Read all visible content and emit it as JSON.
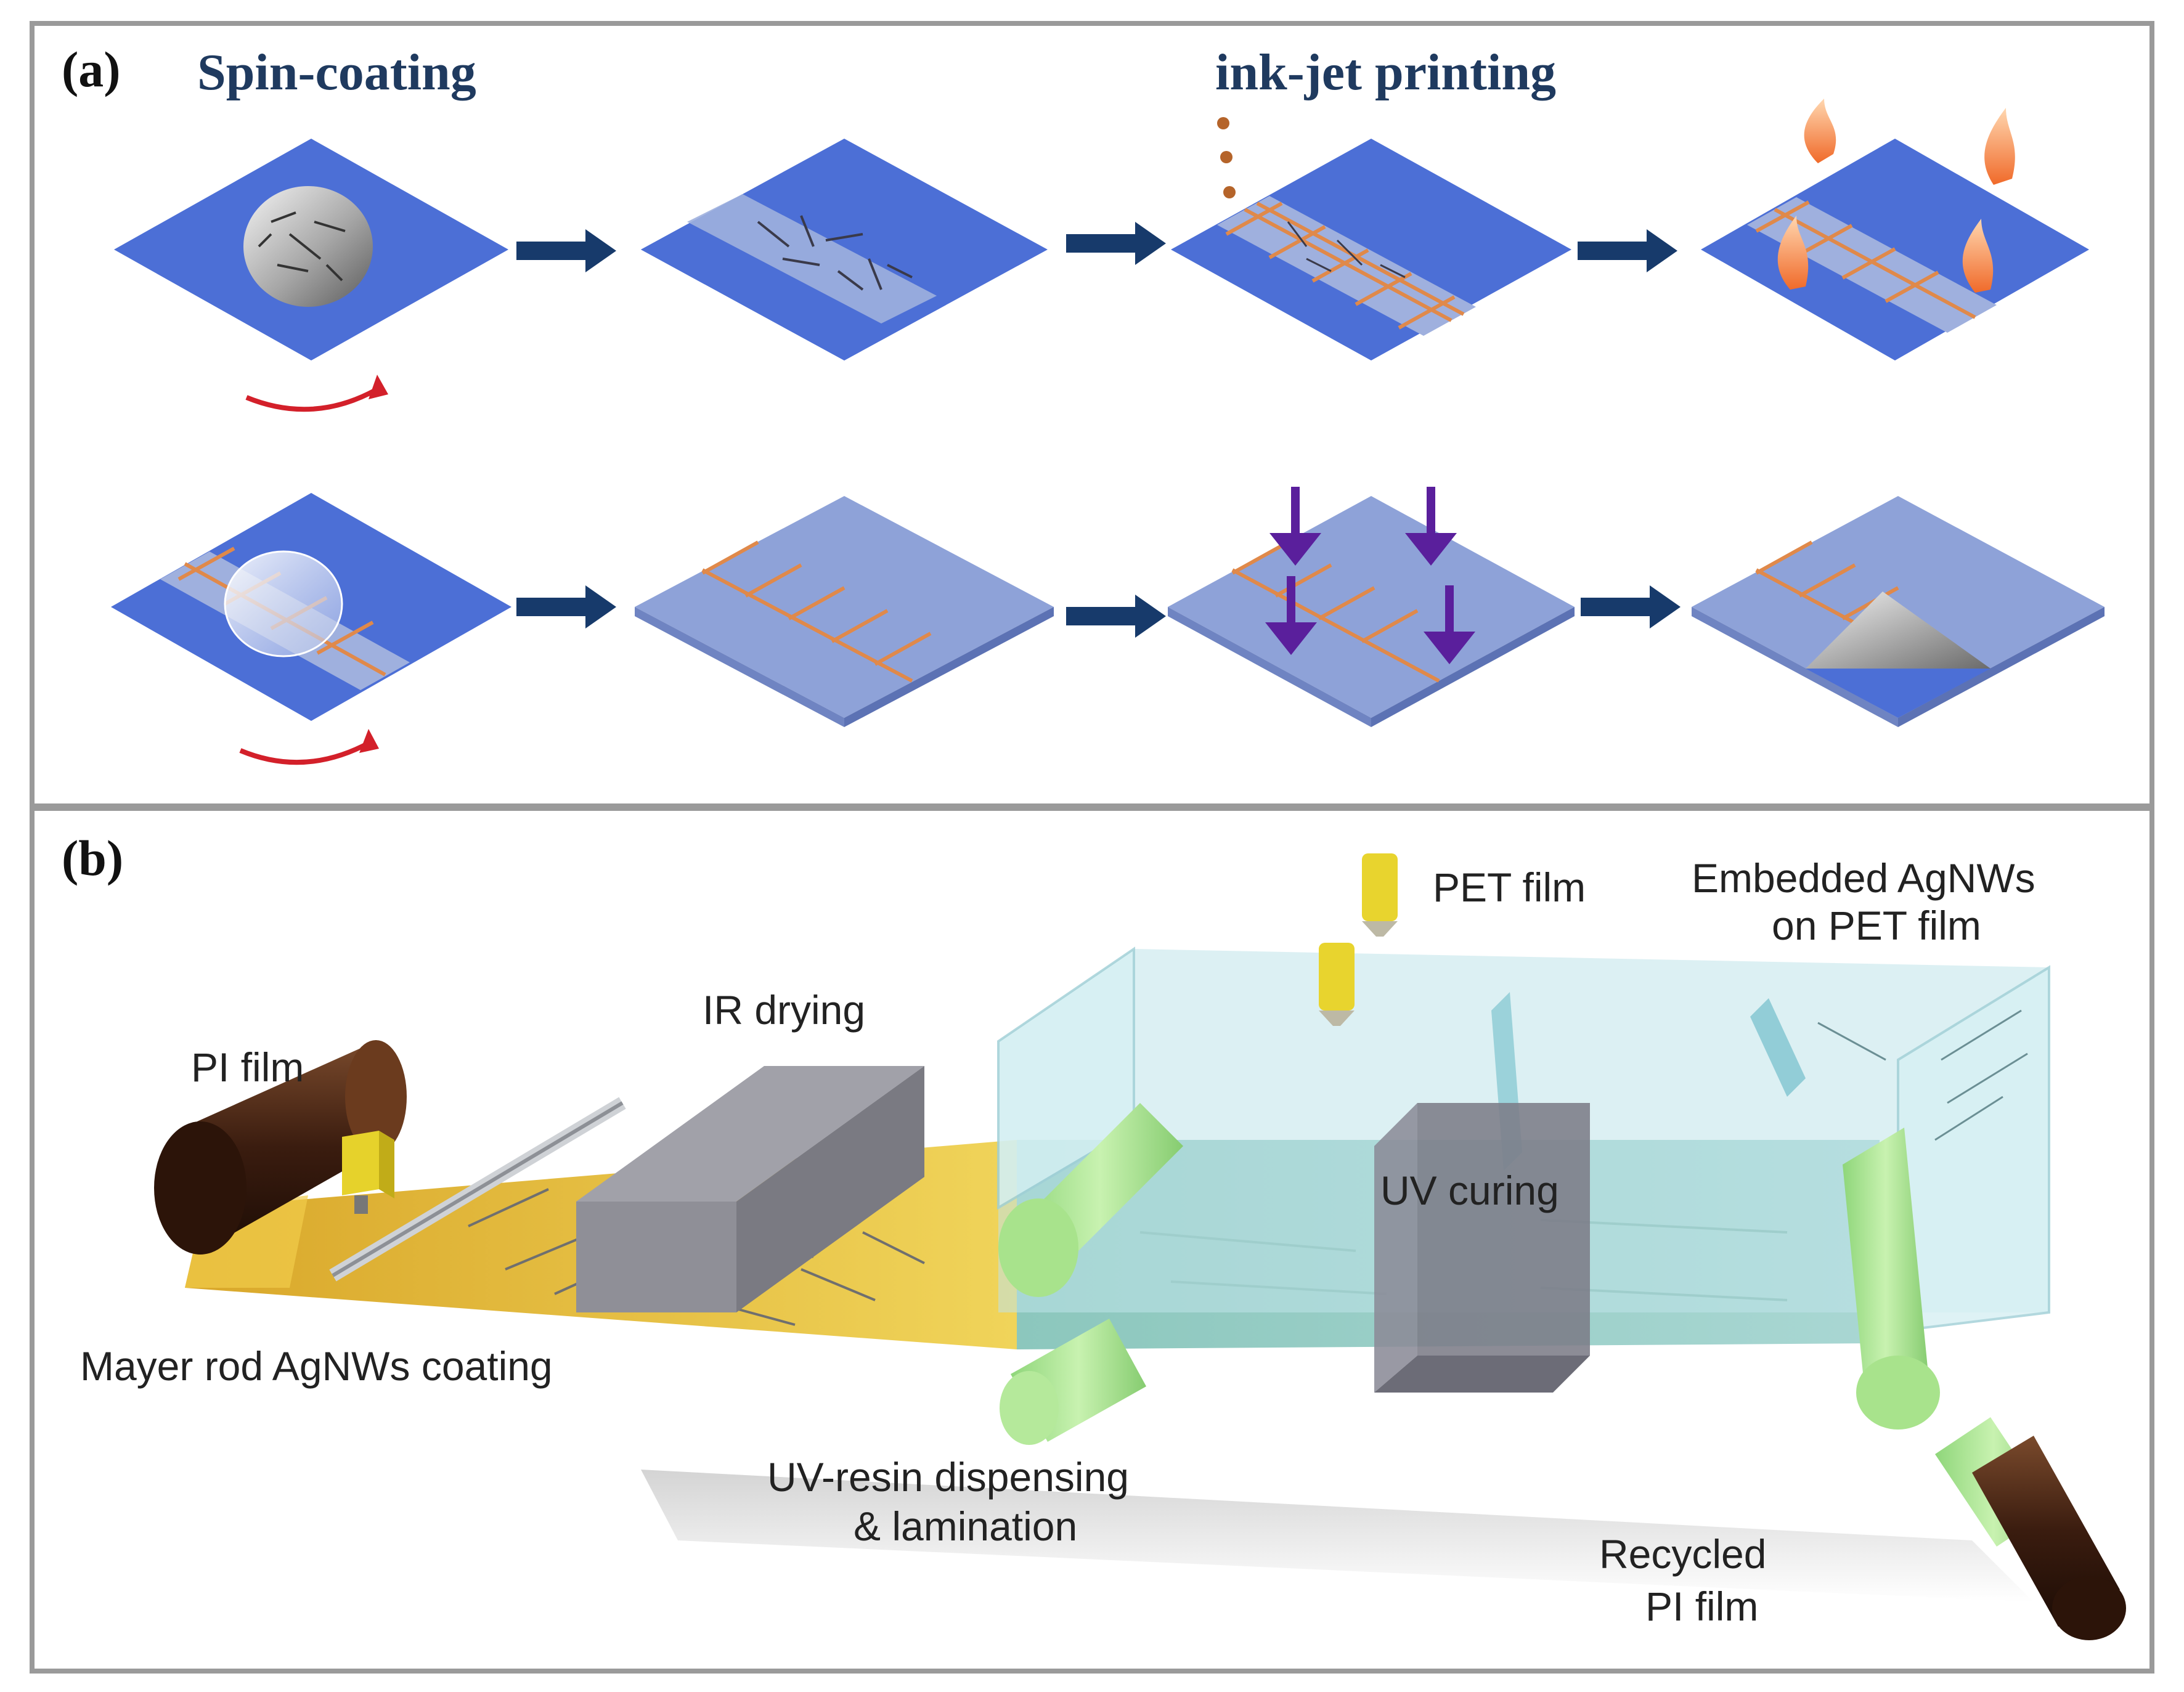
{
  "panel_a": {
    "label": "(a)",
    "title_left": "Spin-coating",
    "title_right": "ink-jet printing"
  },
  "panel_b": {
    "label": "(b)",
    "labels": {
      "pi_film": "PI film",
      "ir_drying": "IR drying",
      "pet_film": "PET film",
      "embedded_1": "Embedded AgNWs",
      "embedded_2": "on PET film",
      "uv_curing": "UV curing",
      "mayer": "Mayer rod AgNWs coating",
      "uv_resin_1": "UV-resin dispensing",
      "uv_resin_2": "& lamination",
      "recycled_1": "Recycled",
      "recycled_2": "PI film"
    }
  },
  "colors": {
    "frame": "#9a9a9a",
    "title_navy": "#1f3a5f",
    "substrate": "#4c6fd6",
    "coating": "#9fb0de",
    "grid_orange": "#e0894a",
    "flow_arrow": "#173a6b",
    "spin_arrow": "#d3202a",
    "press_arrow": "#5a1f9c",
    "pi_yellow": "#e8c23c",
    "pi_roll": "#3b1d10",
    "roller_green": "#a8e38c",
    "glass": "#bfe4ea",
    "block_gray": "#8f8f97"
  }
}
